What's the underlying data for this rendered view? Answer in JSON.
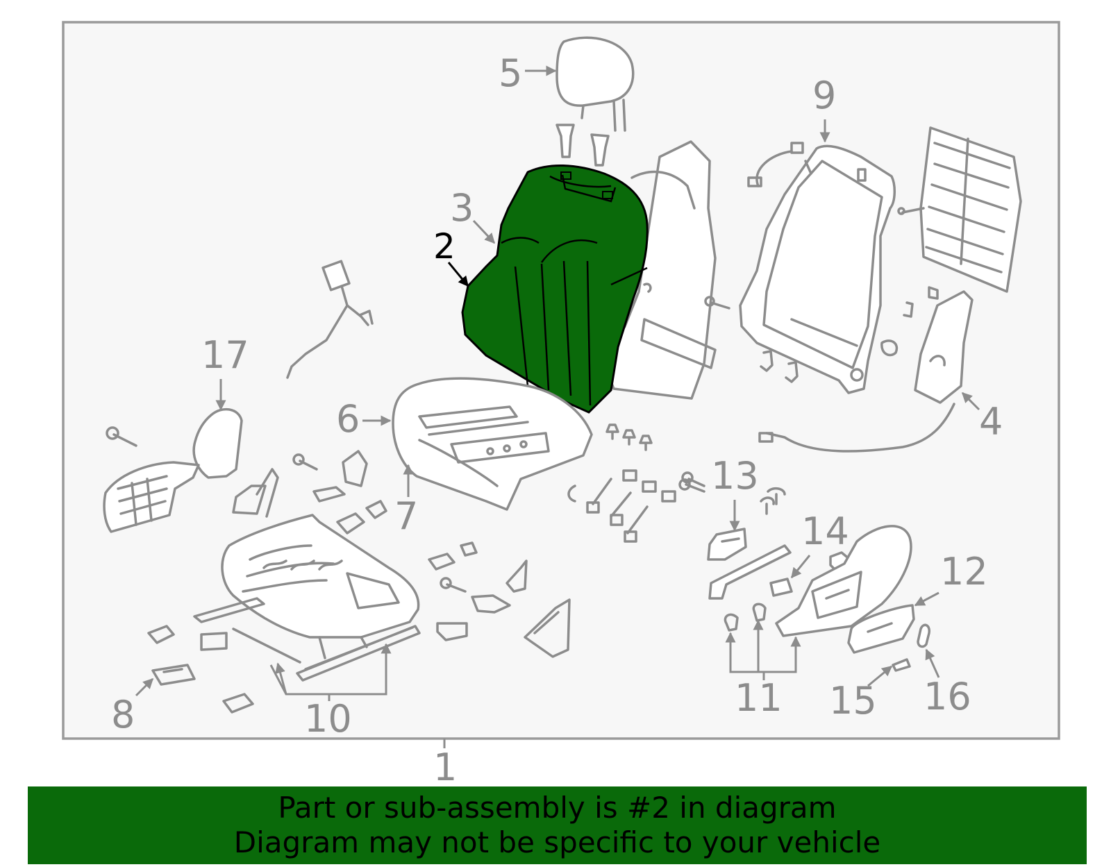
{
  "callouts": {
    "c1": "1",
    "c2": "2",
    "c3": "3",
    "c4": "4",
    "c5": "5",
    "c6": "6",
    "c7": "7",
    "c8": "8",
    "c9": "9",
    "c10": "10",
    "c11": "11",
    "c12": "12",
    "c13": "13",
    "c14": "14",
    "c15": "15",
    "c16": "16",
    "c17": "17"
  },
  "banner": {
    "line1": "Part or sub-assembly is #2 in diagram",
    "line2": "Diagram may not be specific to your vehicle"
  },
  "colors": {
    "highlight": "#0a6a0a",
    "line": "#8c8c8c",
    "frame_bg": "#f7f7f7"
  }
}
